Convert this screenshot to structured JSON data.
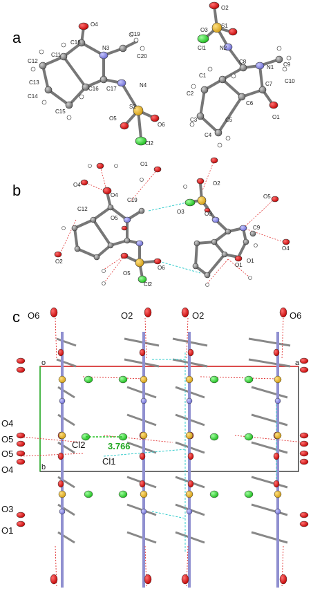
{
  "panels": {
    "a": {
      "label": "a",
      "atoms": [
        "O4",
        "C19",
        "N3",
        "C18",
        "C11",
        "C20",
        "C12",
        "C13",
        "C17",
        "N4",
        "C16",
        "C14",
        "C15",
        "S2",
        "O5",
        "O6",
        "Cl2",
        "O2",
        "S1",
        "O3",
        "Cl1",
        "N2",
        "C8",
        "N1",
        "C9",
        "C1",
        "C10",
        "C2",
        "C7",
        "C6",
        "C3",
        "O1",
        "C5",
        "C4"
      ]
    },
    "b": {
      "label": "b",
      "atoms": [
        "O1",
        "O4",
        "O4",
        "C19",
        "C12",
        "O5",
        "O2",
        "O3",
        "O3",
        "O2",
        "O5",
        "C9",
        "O4",
        "O5",
        "O6",
        "Cl2",
        "O1",
        "O1"
      ]
    },
    "c": {
      "label": "c",
      "top_labels": [
        "O6",
        "O2",
        "O2",
        "O6"
      ],
      "left_labels": [
        "O4",
        "O5",
        "O5",
        "O4",
        "O3",
        "O1"
      ],
      "cell_labels": {
        "origin": "o",
        "a_axis": "a",
        "b_axis": "b"
      },
      "contact_atoms": [
        "Cl2",
        "Cl1"
      ],
      "distance": "3.766"
    }
  },
  "colors": {
    "oxygen": "#e01010",
    "nitrogen": "#8f8fe0",
    "sulfur": "#e8b830",
    "chlorine": "#33dd33",
    "carbon": "#888888",
    "hydrogen": "#ffffff",
    "hbond": "#e03030",
    "contact": "#33cccc",
    "axis_a": "#e02020",
    "axis_b": "#20b020"
  }
}
